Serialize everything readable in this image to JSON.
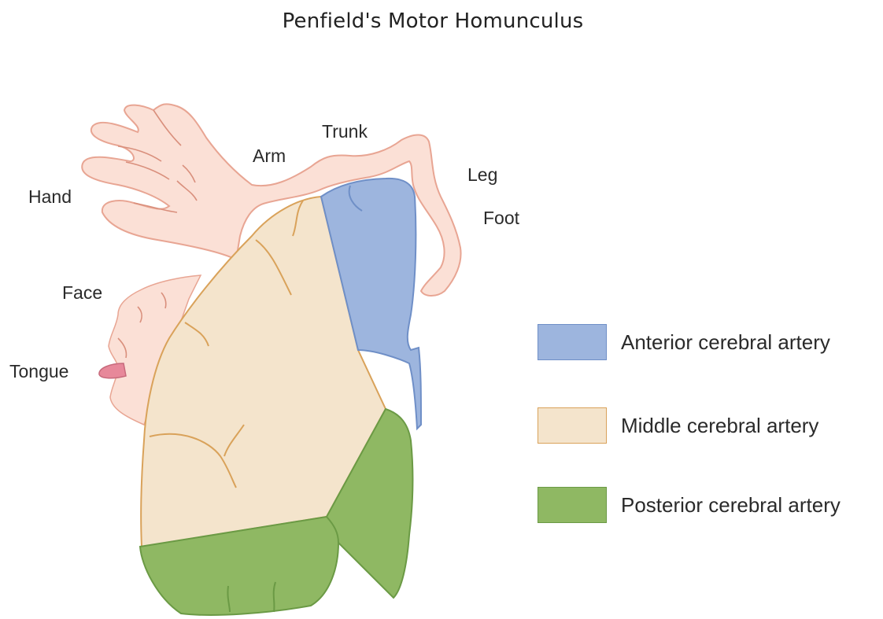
{
  "title": "Penfield's Motor Homunculus",
  "body_parts": {
    "hand": "Hand",
    "arm": "Arm",
    "trunk": "Trunk",
    "leg": "Leg",
    "foot": "Foot",
    "face": "Face",
    "tongue": "Tongue"
  },
  "legend": [
    {
      "label": "Anterior cerebral artery",
      "fill": "#9db5de",
      "stroke": "#6f8fc7"
    },
    {
      "label": "Middle cerebral artery",
      "fill": "#f4e4cc",
      "stroke": "#d9a25a"
    },
    {
      "label": "Posterior cerebral artery",
      "fill": "#8fb863",
      "stroke": "#6b9a45"
    }
  ],
  "colors": {
    "skin_fill": "#fbe0d6",
    "skin_stroke": "#e8a593",
    "tongue": "#e7889a",
    "anterior": "#9db5de",
    "middle": "#f4e4cc",
    "posterior": "#8fb863"
  }
}
